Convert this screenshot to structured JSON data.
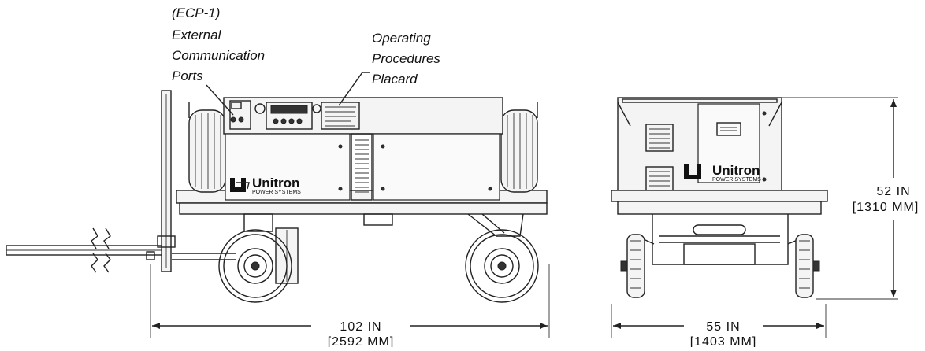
{
  "callouts": {
    "ecp_line1": "(ECP-1)",
    "ecp_line2": "External",
    "ecp_line3": "Communication",
    "ecp_line4": "Ports",
    "op_line1": "Operating",
    "op_line2": "Procedures",
    "op_line3": "Placard"
  },
  "brand": {
    "name": "Unitron",
    "tagline": "POWER SYSTEMS"
  },
  "dimensions": {
    "length_in": "102 IN",
    "length_mm": "[2592 MM]",
    "width_in": "55 IN",
    "width_mm": "[1403 MM]",
    "height_in": "52 IN",
    "height_mm": "[1310 MM]"
  }
}
